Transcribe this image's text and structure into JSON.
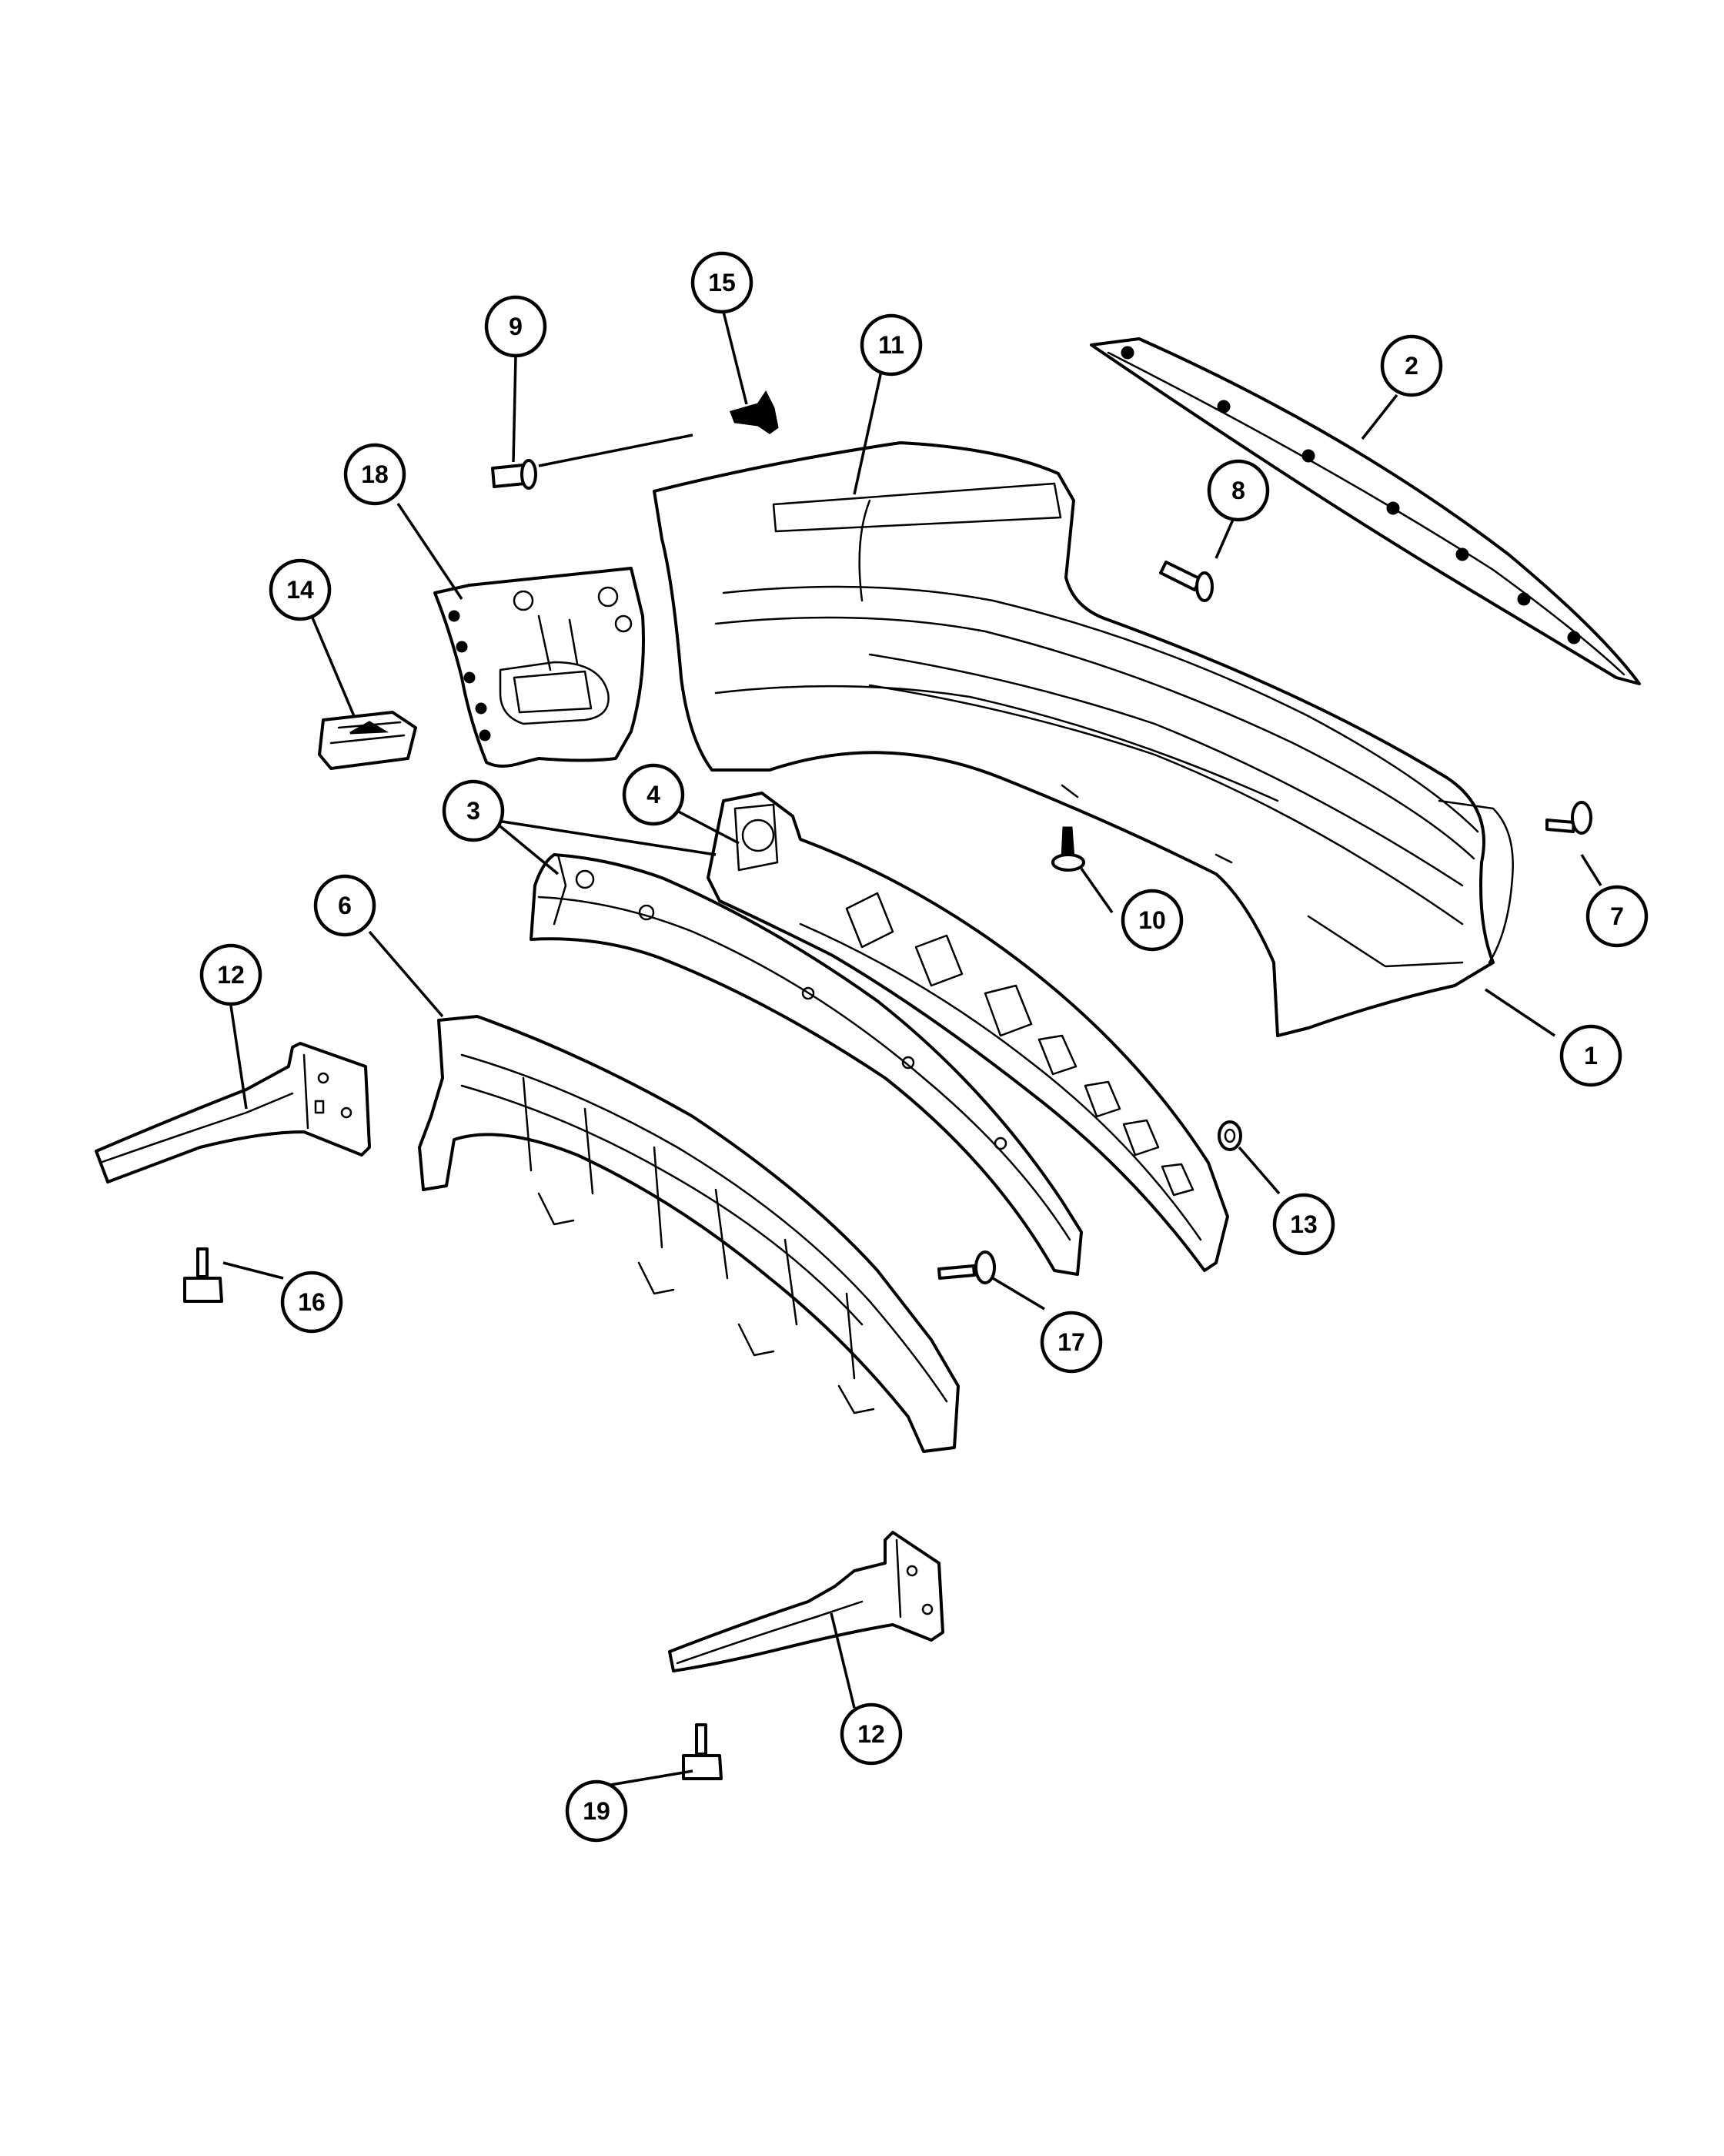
{
  "callouts": [
    {
      "id": "c1",
      "label": "1"
    },
    {
      "id": "c2",
      "label": "2"
    },
    {
      "id": "c3",
      "label": "3"
    },
    {
      "id": "c4",
      "label": "4"
    },
    {
      "id": "c6",
      "label": "6"
    },
    {
      "id": "c7",
      "label": "7"
    },
    {
      "id": "c8",
      "label": "8"
    },
    {
      "id": "c9",
      "label": "9"
    },
    {
      "id": "c10",
      "label": "10"
    },
    {
      "id": "c11",
      "label": "11"
    },
    {
      "id": "c12a",
      "label": "12"
    },
    {
      "id": "c12b",
      "label": "12"
    },
    {
      "id": "c13",
      "label": "13"
    },
    {
      "id": "c14",
      "label": "14"
    },
    {
      "id": "c15",
      "label": "15"
    },
    {
      "id": "c16",
      "label": "16"
    },
    {
      "id": "c17",
      "label": "17"
    },
    {
      "id": "c18",
      "label": "18"
    },
    {
      "id": "c19",
      "label": "19"
    }
  ]
}
